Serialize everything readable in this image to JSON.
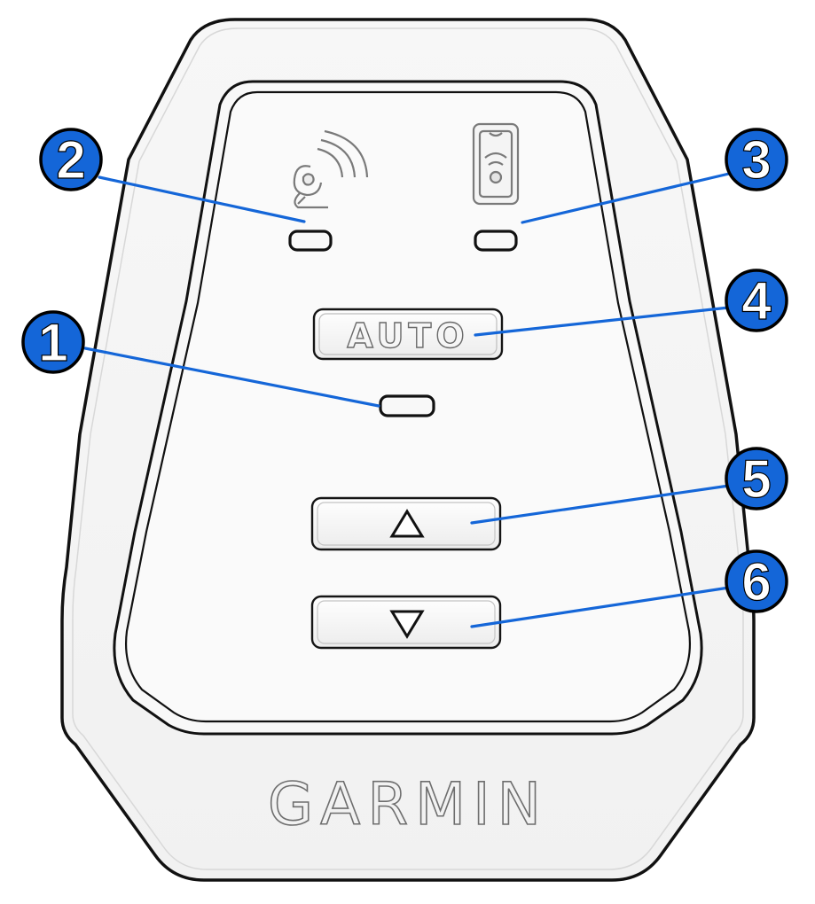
{
  "device": {
    "brand": "GARMIN",
    "auto_button_label": "AUTO",
    "up_button_icon": "up-triangle-icon",
    "down_button_icon": "down-triangle-icon",
    "left_status_icon": "radar-sensor-icon",
    "right_status_icon": "phone-wireless-icon"
  },
  "callouts": [
    {
      "number": "1"
    },
    {
      "number": "2"
    },
    {
      "number": "3"
    },
    {
      "number": "4"
    },
    {
      "number": "5"
    },
    {
      "number": "6"
    }
  ],
  "colors": {
    "callout_fill": "#1466d8",
    "leader_line": "#1466d8",
    "device_outline": "#111111",
    "device_fill": "#f5f5f5"
  }
}
